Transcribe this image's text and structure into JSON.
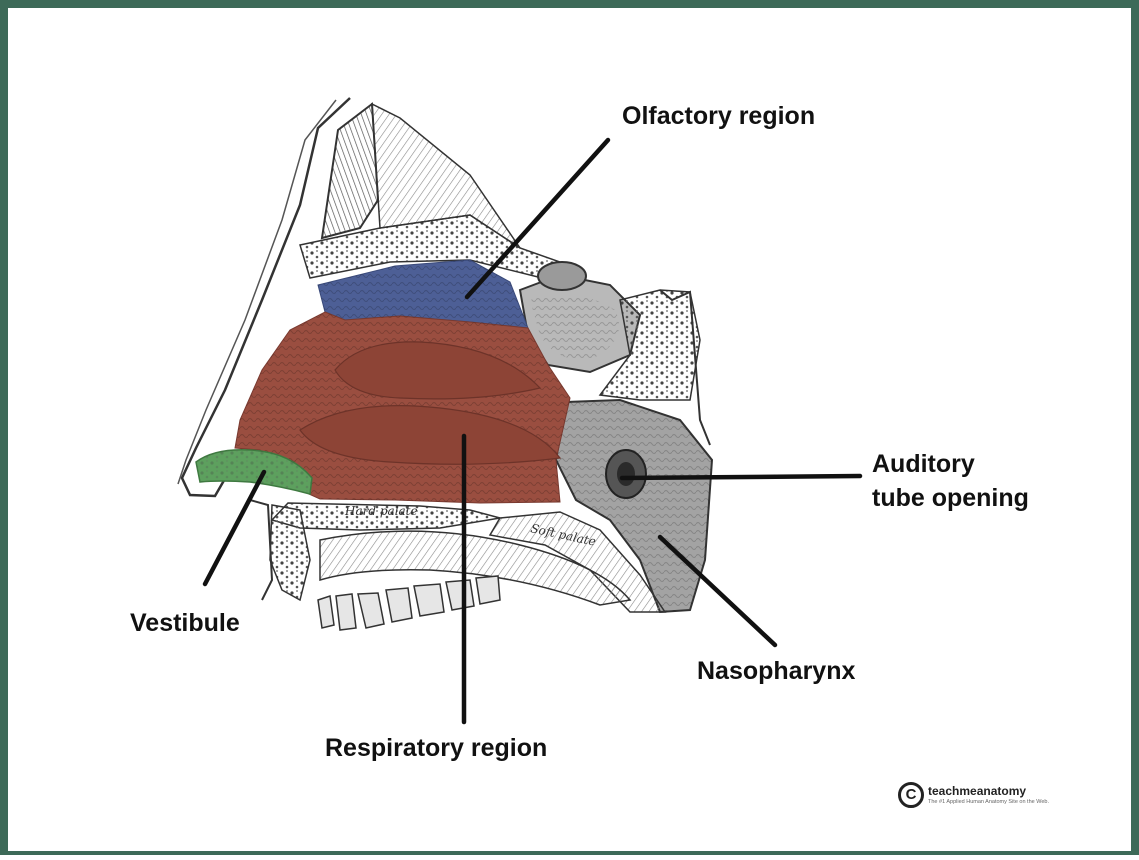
{
  "labels": {
    "olfactory": "Olfactory region",
    "auditory": "Auditory tube opening",
    "vestibule": "Vestibule",
    "nasopharynx": "Nasopharynx",
    "respiratory": "Respiratory region"
  },
  "illustration_text": {
    "hard_palate": "Hard palate",
    "soft_palate": "Soft palate"
  },
  "watermark": {
    "symbol": "C",
    "brand": "teachmeanatomy",
    "tagline": "The #1 Applied Human Anatomy Site on the Web."
  },
  "colors": {
    "frame": "#3d6a58",
    "olfactory_region": "#4d5f96",
    "respiratory_region": "#9a4e40",
    "vestibule_region": "#5da05e",
    "leader_lines": "#111111"
  }
}
